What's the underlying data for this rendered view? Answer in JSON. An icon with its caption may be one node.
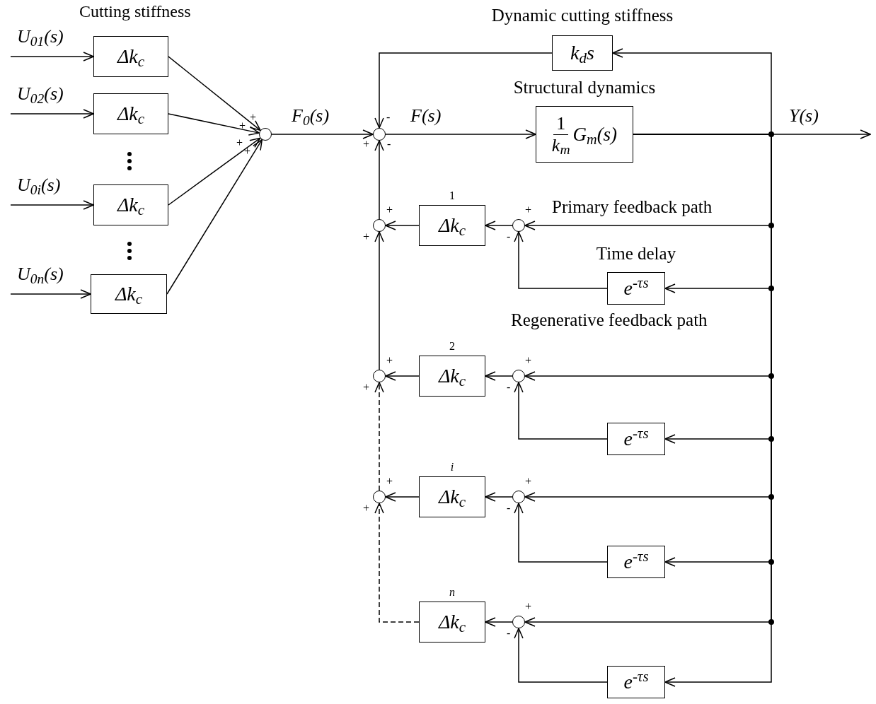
{
  "diagram": {
    "nodes": [
      {
        "text": [
          "Δk$_{c}$"
        ]
      },
      {
        "text": [
          "Δk$_{c}$"
        ]
      },
      {
        "text": [
          "Δk$_{c}$"
        ]
      },
      {
        "text": [
          "Δk$_{c}$"
        ]
      },
      {
        "text": [],
        "shape": "circle"
      },
      {
        "text": [],
        "shape": "circle"
      },
      {
        "text": [
          "k$_{d}$s"
        ],
        "beside": [
          "Dynamic cutting stiffness"
        ]
      },
      {
        "text": [
          "1",
          "k$_{m}$",
          "G$_{m}$(s)"
        ],
        "beside": [
          "Structural dynamics"
        ]
      },
      {
        "text": [],
        "shape": "circle"
      },
      {
        "text": [
          "Δk$_{c}$"
        ],
        "beside": [
          "1"
        ]
      },
      {
        "text": [],
        "shape": "circle"
      },
      {
        "text": [
          "e$^{-τs}$"
        ],
        "beside": [
          "Time delay"
        ]
      },
      {
        "text": [],
        "shape": "circle"
      },
      {
        "text": [
          "Δk$_{c}$"
        ],
        "beside": [
          "2"
        ]
      },
      {
        "text": [],
        "shape": "circle"
      },
      {
        "text": [
          "e$^{-τs}$"
        ]
      },
      {
        "text": [],
        "shape": "circle"
      },
      {
        "text": [
          "Δk$_{c}$"
        ],
        "beside": [
          "i"
        ]
      },
      {
        "text": [],
        "shape": "circle"
      },
      {
        "text": [
          "e$^{-τs}$"
        ]
      },
      {
        "text": [
          "Δk$_{c}$"
        ],
        "beside": [
          "n"
        ]
      },
      {
        "text": [],
        "shape": "circle"
      },
      {
        "text": [
          "e$^{-τs}$"
        ]
      }
    ],
    "edges": [
      {
        "from": null,
        "to": 0,
        "arrow": "to",
        "label": "U$_{01}$(s)"
      },
      {
        "from": null,
        "to": 1,
        "arrow": "to",
        "label": "U$_{02}$(s)"
      },
      {
        "from": null,
        "to": 2,
        "arrow": "to",
        "label": "U$_{0i}$(s)"
      },
      {
        "from": null,
        "to": 3,
        "arrow": "to",
        "label": "U$_{0n}$(s)"
      },
      {
        "from": 0,
        "to": 4,
        "arrow": "to"
      },
      {
        "from": 1,
        "to": 4,
        "arrow": "to"
      },
      {
        "from": 2,
        "to": 4,
        "arrow": "to"
      },
      {
        "from": 3,
        "to": 4,
        "arrow": "to"
      },
      {
        "from": 4,
        "to": 5,
        "arrow": "to",
        "label": "F$_{0}$(s)"
      },
      {
        "from": 5,
        "to": 7,
        "arrow": "to",
        "label": "F(s)"
      },
      {
        "from": 7,
        "to": null,
        "arrow": "to",
        "label": "Y(s)"
      },
      {
        "from": 7,
        "to": 6,
        "arrow": "to"
      },
      {
        "from": 6,
        "to": 5,
        "arrow": "to"
      },
      {
        "from": 7,
        "to": 10,
        "arrow": "to"
      },
      {
        "from": 7,
        "to": 11,
        "arrow": "to"
      },
      {
        "from": 11,
        "to": 10,
        "arrow": "to"
      },
      {
        "from": 10,
        "to": 9,
        "arrow": "to"
      },
      {
        "from": 9,
        "to": 8,
        "arrow": "to"
      },
      {
        "from": 8,
        "to": 5,
        "arrow": "to"
      },
      {
        "from": 7,
        "to": 14,
        "arrow": "to"
      },
      {
        "from": 7,
        "to": 15,
        "arrow": "to"
      },
      {
        "from": 15,
        "to": 14,
        "arrow": "to"
      },
      {
        "from": 14,
        "to": 13,
        "arrow": "to"
      },
      {
        "from": 13,
        "to": 12,
        "arrow": "to"
      },
      {
        "from": 12,
        "to": 8,
        "arrow": "to"
      },
      {
        "from": 7,
        "to": 18,
        "arrow": "to"
      },
      {
        "from": 7,
        "to": 19,
        "arrow": "to"
      },
      {
        "from": 19,
        "to": 18,
        "arrow": "to"
      },
      {
        "from": 18,
        "to": 17,
        "arrow": "to"
      },
      {
        "from": 17,
        "to": 16,
        "arrow": "to"
      },
      {
        "from": 16,
        "to": 12,
        "arrow": "to",
        "style": "dashed"
      },
      {
        "from": 7,
        "to": 21,
        "arrow": "to"
      },
      {
        "from": 7,
        "to": 22,
        "arrow": "to"
      },
      {
        "from": 22,
        "to": 21,
        "arrow": "to"
      },
      {
        "from": 21,
        "to": 20,
        "arrow": "to"
      },
      {
        "from": 20,
        "to": 16,
        "arrow": "to",
        "style": "dashed"
      }
    ],
    "labels": [
      "Cutting stiffness",
      "+",
      "+",
      "+",
      "+",
      "-",
      "+",
      "-",
      "+",
      "+",
      "Primary feedback path",
      "+",
      "-",
      "Regenerative feedback path",
      "+",
      "+",
      "+",
      "-",
      "+",
      "+",
      "+",
      "-",
      "+",
      "-"
    ]
  }
}
